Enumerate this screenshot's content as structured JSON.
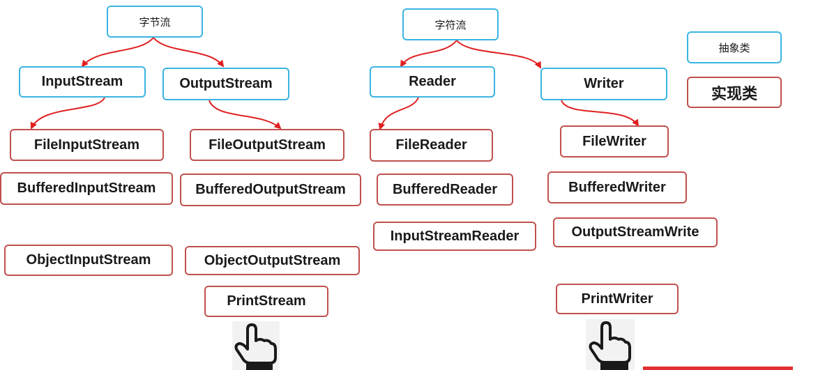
{
  "colors": {
    "abstract_border": "#3ab4e0",
    "impl_border": "#c0504d",
    "arrow": "#e02020"
  },
  "byte_stream": {
    "root": "字节流",
    "input": "InputStream",
    "output": "OutputStream",
    "input_impls": [
      "FileInputStream",
      "BufferedInputStream",
      "ObjectInputStream"
    ],
    "output_impls": [
      "FileOutputStream",
      "BufferedOutputStream",
      "ObjectOutputStream",
      "PrintStream"
    ]
  },
  "char_stream": {
    "root": "字符流",
    "reader": "Reader",
    "writer": "Writer",
    "reader_impls": [
      "FileReader",
      "BufferedReader",
      "InputStreamReader"
    ],
    "writer_impls": [
      "FileWriter",
      "BufferedWriter",
      "OutputStreamWrite",
      "PrintWriter"
    ]
  },
  "legend": {
    "abstract": "抽象类",
    "impl": "实现类"
  },
  "icons": [
    "pointing-hand-icon",
    "pointing-hand-icon"
  ]
}
